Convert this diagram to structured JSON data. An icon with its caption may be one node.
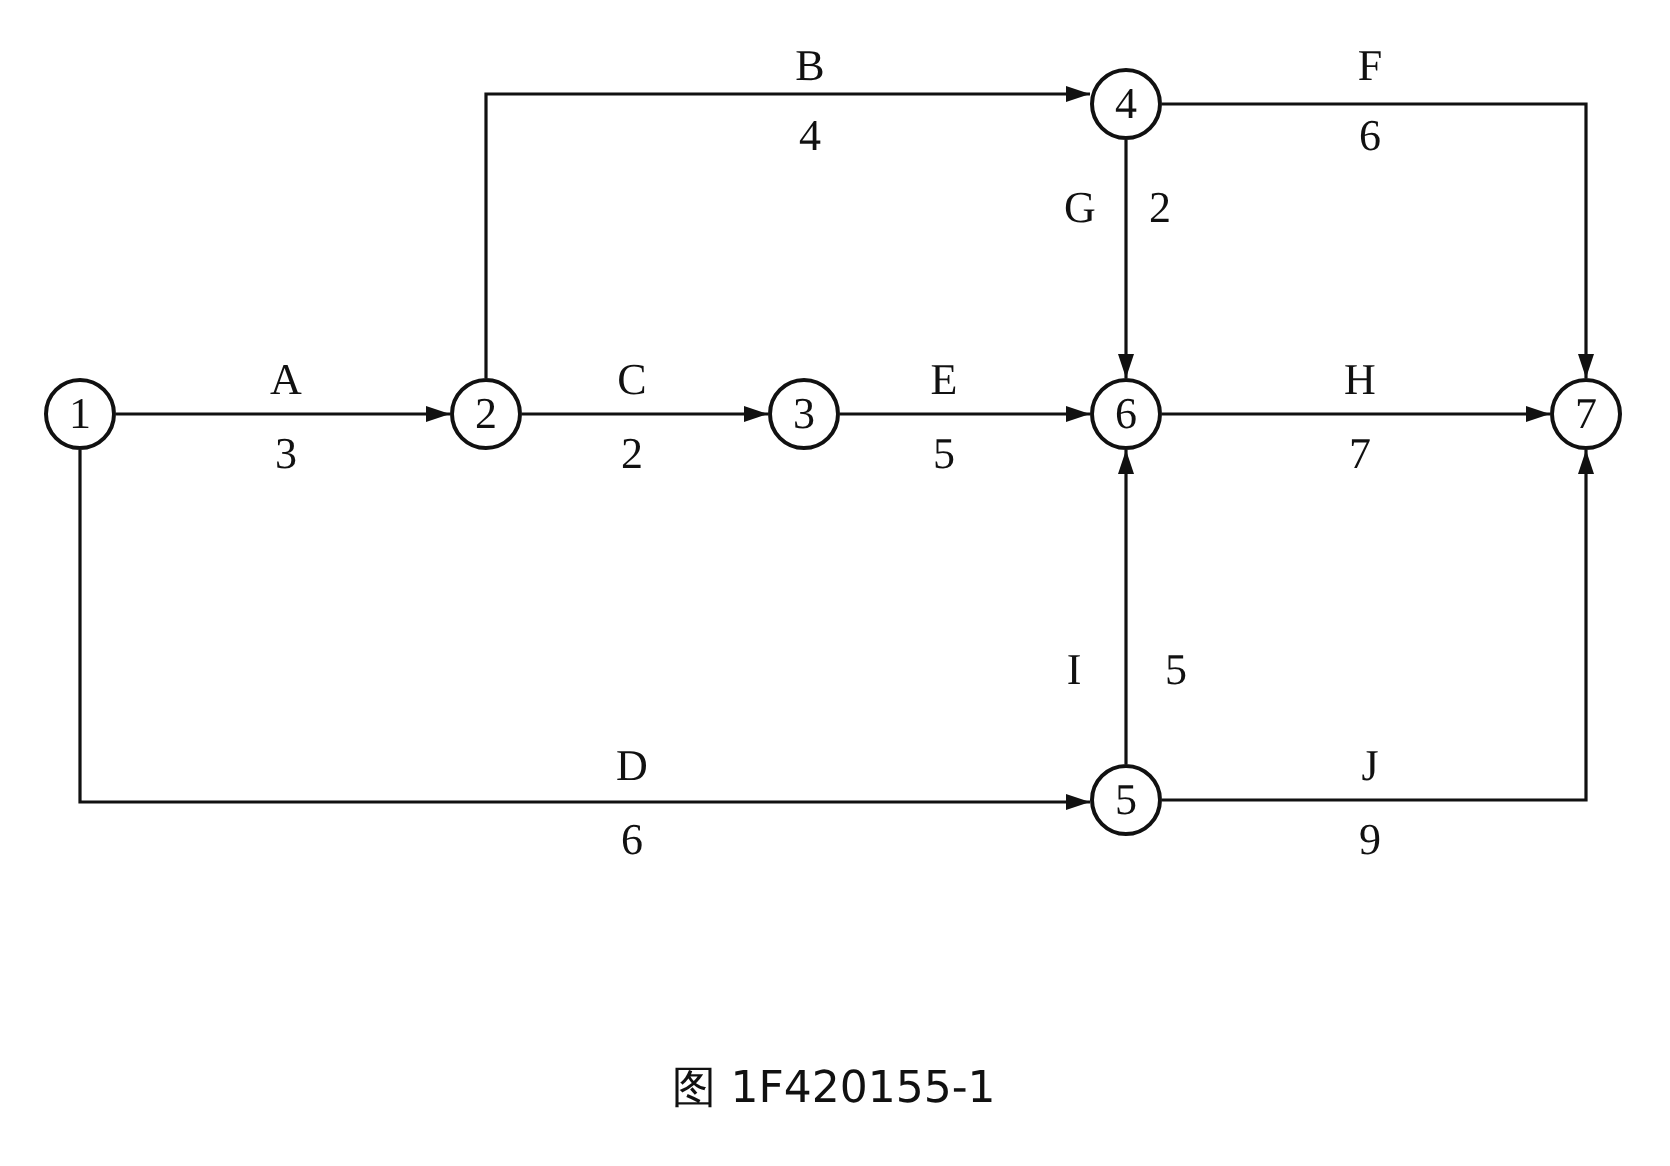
{
  "diagram": {
    "caption": "图 1F420155-1",
    "nodes": [
      {
        "text": [
          "1"
        ]
      },
      {
        "text": [
          "2"
        ]
      },
      {
        "text": [
          "3"
        ]
      },
      {
        "text": [
          "4"
        ]
      },
      {
        "text": [
          "5"
        ]
      },
      {
        "text": [
          "6"
        ]
      },
      {
        "text": [
          "7"
        ]
      }
    ],
    "edges": [
      {
        "from": 0,
        "to": 1,
        "arrow": "to",
        "label": "A"
      },
      {
        "from": 1,
        "to": 3,
        "arrow": "to",
        "label": "B"
      },
      {
        "from": 1,
        "to": 2,
        "arrow": "to",
        "label": "C"
      },
      {
        "from": 2,
        "to": 5,
        "arrow": "to",
        "label": "E"
      },
      {
        "from": 3,
        "to": 6,
        "arrow": "to",
        "label": "F"
      },
      {
        "from": 3,
        "to": 5,
        "arrow": "to",
        "label": "G"
      },
      {
        "from": 5,
        "to": 6,
        "arrow": "to",
        "label": "H"
      },
      {
        "from": 4,
        "to": 5,
        "arrow": "to",
        "label": "I"
      },
      {
        "from": 0,
        "to": 4,
        "arrow": "to",
        "label": "D"
      },
      {
        "from": 4,
        "to": 6,
        "arrow": "to",
        "label": "J"
      }
    ],
    "labels": [
      "3",
      "4",
      "2",
      "5",
      "6",
      "2",
      "7",
      "5",
      "6",
      "9"
    ]
  }
}
